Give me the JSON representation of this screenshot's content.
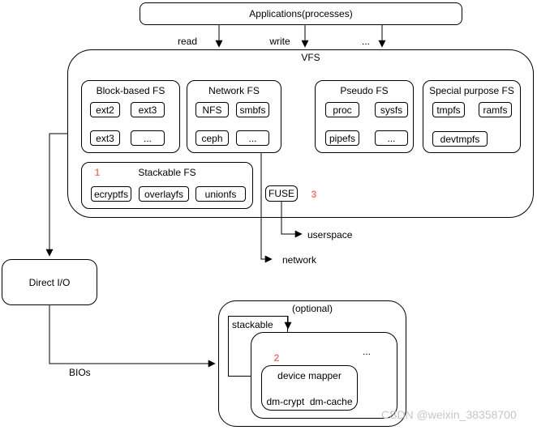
{
  "title_box": {
    "label": "Applications(processes)"
  },
  "flow_labels": {
    "read": "read",
    "write": "write",
    "more": "..."
  },
  "vfs": {
    "label": "VFS",
    "block_fs": {
      "title": "Block-based FS",
      "items": [
        "ext2",
        "ext3",
        "ext3",
        "..."
      ]
    },
    "network_fs": {
      "title": "Network FS",
      "items": [
        "NFS",
        "smbfs",
        "ceph",
        "..."
      ]
    },
    "pseudo_fs": {
      "title": "Pseudo FS",
      "items": [
        "proc",
        "sysfs",
        "pipefs",
        "..."
      ]
    },
    "special_fs": {
      "title": "Special purpose FS",
      "items": [
        "tmpfs",
        "ramfs",
        "devtmpfs"
      ]
    },
    "stackable_fs": {
      "badge": "1",
      "title": "Stackable FS",
      "items": [
        "ecryptfs",
        "overlayfs",
        "unionfs"
      ]
    },
    "fuse": {
      "label": "FUSE",
      "badge": "3"
    }
  },
  "connector_labels": {
    "userspace": "userspace",
    "network": "network",
    "bios": "BIOs"
  },
  "direct_io": {
    "label": "Direct I/O"
  },
  "optional_group": {
    "label": "(optional)",
    "stackable_label": "stackable",
    "inner": {
      "badge": "2",
      "more": "...",
      "device_mapper": {
        "title": "device mapper",
        "item1": "dm-crypt",
        "item2": "dm-cache"
      }
    }
  },
  "watermark": "CSDN @weixin_38358700",
  "colors": {
    "badge_red": "#e97b7b",
    "border": "#000000",
    "watermark_gray": "#c6c6c6"
  }
}
